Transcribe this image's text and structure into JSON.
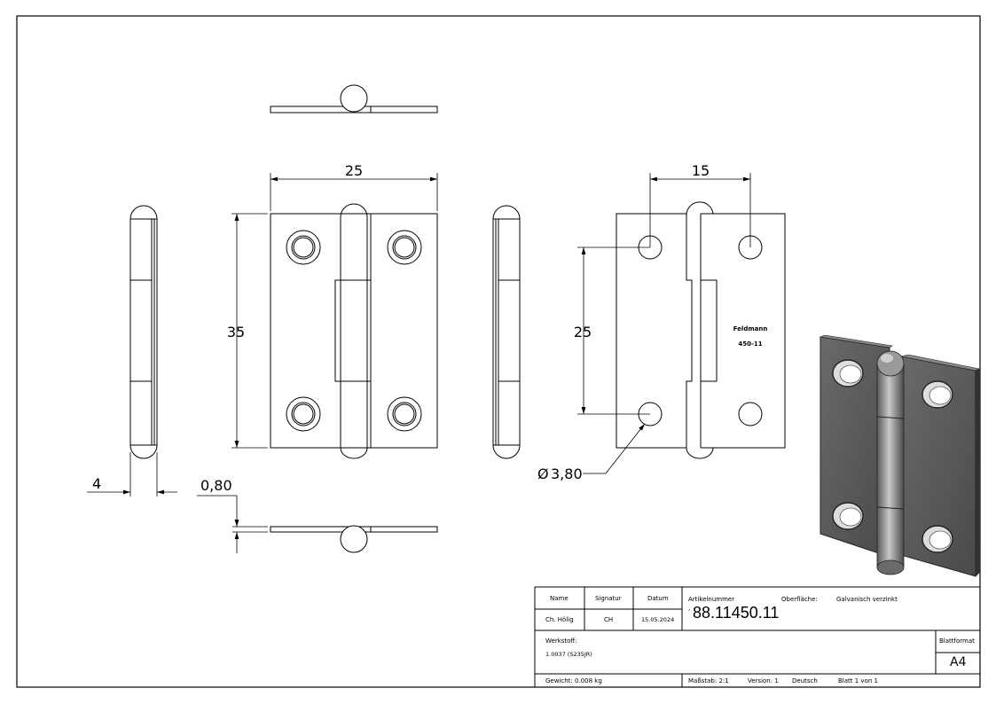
{
  "dimensions": {
    "front_width": "25",
    "front_height": "35",
    "hole_spacing_horizontal": "15",
    "hole_spacing_vertical": "25",
    "hole_diameter_symbol": "Ø",
    "hole_diameter": "3,80",
    "side_thickness": "4",
    "plate_thickness": "0,80"
  },
  "engraving": {
    "brand": "Feldmann",
    "model": "450-11"
  },
  "title_block": {
    "name_header": "Name",
    "signature_header": "Signatur",
    "date_header": "Datum",
    "name_value": "Ch. Hölig",
    "signature_value": "CH",
    "date_value": "15.05.2024",
    "article_label": "Artikelnummer",
    "surface_label": "Oberfläche:",
    "surface_value": "Galvanisch verzinkt",
    "article_prefix": "‘",
    "article_number": "88.11450.11",
    "material_label": "Werkstoff:",
    "material_value": "1.0037 (S235JR)",
    "format_label": "Blattformat",
    "format_value": "A4",
    "weight": "Gewicht: 0.008 kg",
    "scale": "Maßstab: 2:1",
    "version": "Version: 1",
    "language": "Deutsch",
    "sheet": "Blatt 1 von 1"
  }
}
